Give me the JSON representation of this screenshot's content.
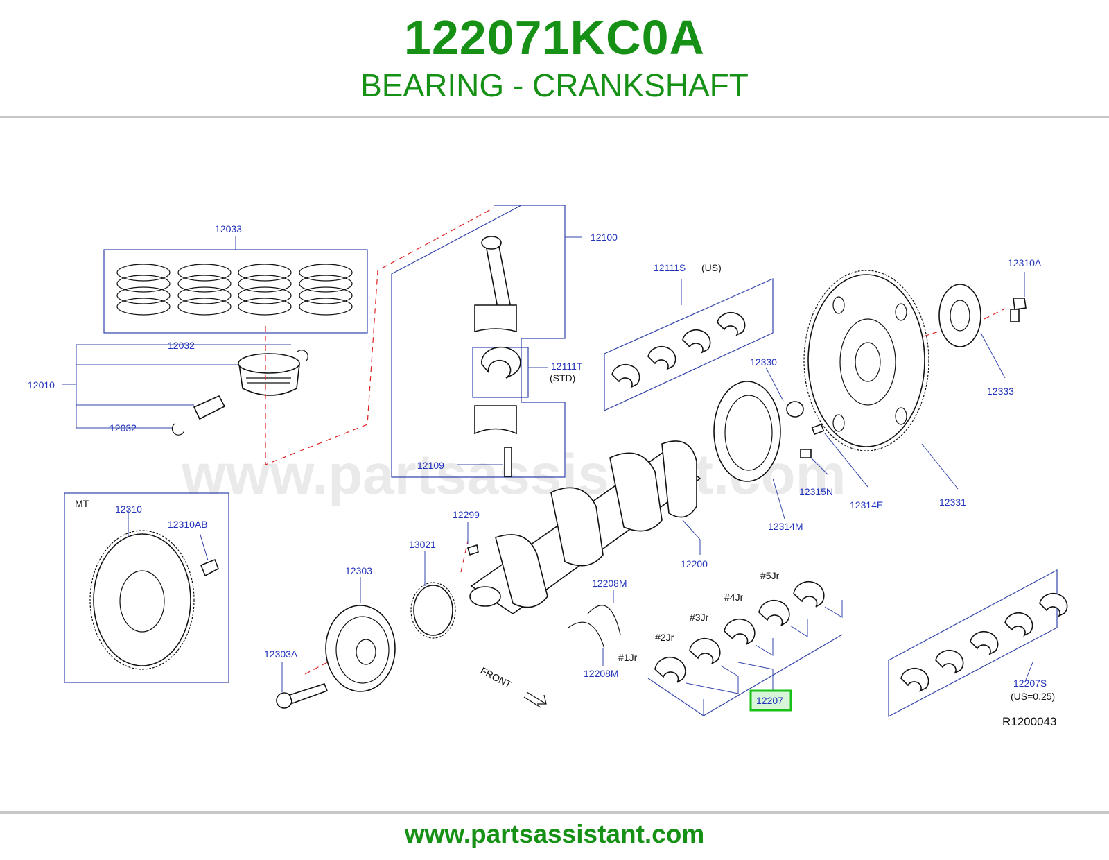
{
  "header": {
    "part_number": "122071KC0A",
    "part_name": "BEARING - CRANKSHAFT"
  },
  "footer": {
    "url": "www.partsassistant.com"
  },
  "watermark": "www.partsassistant.com",
  "diagram": {
    "reference_code": "R1200043",
    "front_label": "FRONT",
    "mt_label": "MT",
    "highlighted_part": "12207",
    "callouts": {
      "c12033": "12033",
      "c12032a": "12032",
      "c12032b": "12032",
      "c12010": "12010",
      "c12100": "12100",
      "c12111T": "12111T",
      "std": "(STD)",
      "c12109": "12109",
      "c12111S": "12111S",
      "us": "(US)",
      "c12310A": "12310A",
      "c12333": "12333",
      "c12330": "12330",
      "c12331": "12331",
      "c12314E": "12314E",
      "c12315N": "12315N",
      "c12314M": "12314M",
      "c12200": "12200",
      "c12310": "12310",
      "c12310AB": "12310AB",
      "c12299": "12299",
      "c13021": "13021",
      "c12303": "12303",
      "c12303A": "12303A",
      "c12208Ma": "12208M",
      "c12208Mb": "12208M",
      "jr1": "#1Jr",
      "jr2": "#2Jr",
      "jr3": "#3Jr",
      "jr4": "#4Jr",
      "jr5": "#5Jr",
      "c12207": "12207",
      "c12207S": "12207S",
      "us025": "(US=0.25)"
    }
  },
  "colors": {
    "title_green": "#169116",
    "callout_blue": "#2233bb",
    "highlight_border": "#18c018",
    "dash_red": "#dd2222"
  }
}
